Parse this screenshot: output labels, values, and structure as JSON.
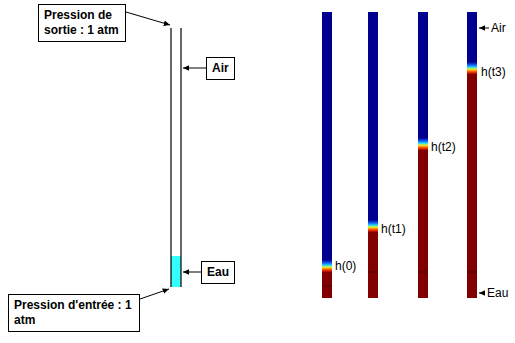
{
  "diagram": {
    "nodes": [
      {
        "text": [
          "Pression de sortie : 1 atm"
        ]
      },
      {
        "text": [
          "Air"
        ]
      },
      {
        "text": [
          "Eau"
        ]
      },
      {
        "text": [
          "Pression d'entrée : 1 atm"
        ]
      }
    ],
    "labels": [
      "Air",
      "h(0)",
      "h(t1)",
      "h(t2)",
      "h(t3)",
      "Eau"
    ]
  }
}
